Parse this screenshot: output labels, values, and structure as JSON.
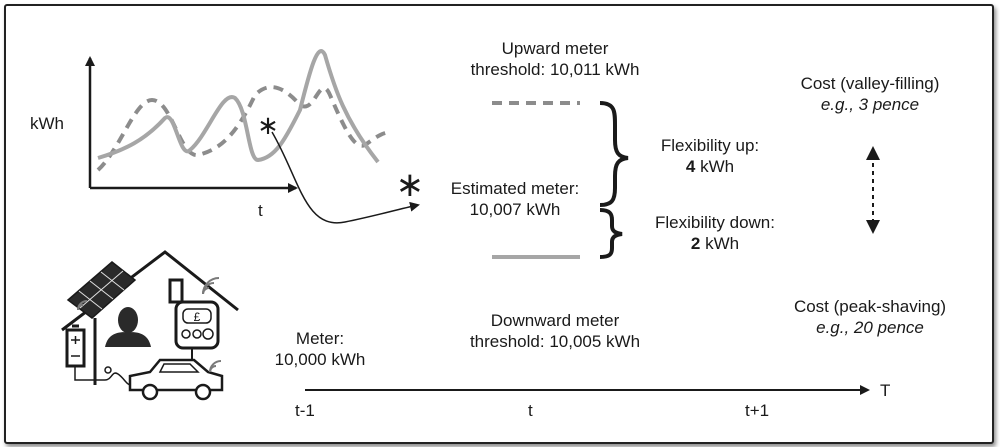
{
  "chart": {
    "y_label": "kWh",
    "x_label": "t"
  },
  "upward": {
    "line1": "Upward meter",
    "line2": "threshold: 10,011 kWh"
  },
  "estimated": {
    "line1": "Estimated meter:",
    "line2": "10,007 kWh"
  },
  "downward": {
    "line1": "Downward meter",
    "line2": "threshold: 10,005 kWh"
  },
  "flex_up": {
    "line1": "Flexibility up:",
    "value": "4",
    "unit": " kWh"
  },
  "flex_down": {
    "line1": "Flexibility down:",
    "value": "2",
    "unit": " kWh"
  },
  "cost_valley": {
    "line1": "Cost (valley-filling)",
    "line2": "e.g., 3 pence"
  },
  "cost_peak": {
    "line1": "Cost (peak-shaving)",
    "line2": "e.g., 20 pence"
  },
  "meter": {
    "line1": "Meter:",
    "line2": "10,000 kWh"
  },
  "timeline": {
    "t_minus": "t-1",
    "t": "t",
    "t_plus": "t+1",
    "end": "T"
  },
  "house": {
    "currency_symbol": "£"
  },
  "colors": {
    "gray_line": "#a6a6a6",
    "dashed_line": "#8c8c8c",
    "ink": "#1a1a1a"
  }
}
